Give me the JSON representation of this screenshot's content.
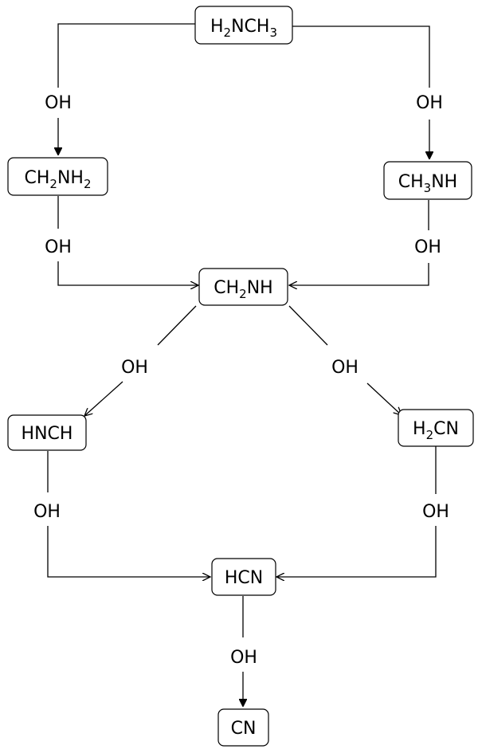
{
  "colors": {
    "line": "#000000",
    "box_fill": "#ffffff",
    "text": "#000000"
  },
  "nodes": {
    "h2nch3": {
      "parts": [
        [
          "H",
          ""
        ],
        [
          "2",
          "sub"
        ],
        [
          "NCH",
          ""
        ],
        [
          "3",
          "sub"
        ]
      ]
    },
    "ch2nh2": {
      "parts": [
        [
          "CH",
          ""
        ],
        [
          "2",
          "sub"
        ],
        [
          "NH",
          ""
        ],
        [
          "2",
          "sub"
        ]
      ]
    },
    "ch3nh": {
      "parts": [
        [
          "CH",
          ""
        ],
        [
          "3",
          "sub"
        ],
        [
          "NH",
          ""
        ]
      ]
    },
    "ch2nh": {
      "parts": [
        [
          "CH",
          ""
        ],
        [
          "2",
          "sub"
        ],
        [
          "NH",
          ""
        ]
      ]
    },
    "hnch": {
      "parts": [
        [
          "HNCH",
          ""
        ]
      ]
    },
    "h2cn": {
      "parts": [
        [
          "H",
          ""
        ],
        [
          "2",
          "sub"
        ],
        [
          "CN",
          ""
        ]
      ]
    },
    "hcn": {
      "parts": [
        [
          "HCN",
          ""
        ]
      ]
    },
    "cn": {
      "parts": [
        [
          "CN",
          ""
        ]
      ]
    }
  },
  "edge_labels": {
    "reagent": "OH"
  }
}
